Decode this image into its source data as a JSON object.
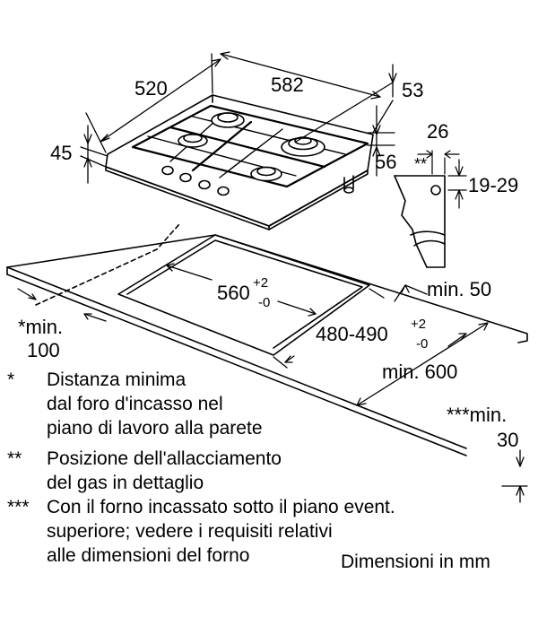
{
  "dimensions": {
    "width": "520",
    "depth": "582",
    "height": "45",
    "front_offset": "53",
    "side_gap": "56",
    "gas_offset": "26",
    "gas_height": "19-29",
    "gas_marker": "**",
    "cutout_width_main": "560",
    "cutout_width_tol_plus": "+2",
    "cutout_width_tol_minus": "-0",
    "cutout_depth_main": "480-490",
    "cutout_depth_tol_plus": "+2",
    "cutout_depth_tol_minus": "-0",
    "min_50": "min. 50",
    "min_100_line1": "*min.",
    "min_100_line2": "100",
    "min_600": "min. 600",
    "min_30_line1": "***min.",
    "min_30_line2": "30"
  },
  "notes": [
    {
      "marker": "*",
      "lines": [
        "Distanza minima",
        "dal foro d'incasso nel",
        "piano di lavoro alla parete"
      ]
    },
    {
      "marker": "**",
      "lines": [
        "Posizione dell'allacciamento",
        "del gas in dettaglio"
      ]
    },
    {
      "marker": "***",
      "lines": [
        "Con il forno incassato sotto il piano event.",
        "superiore; vedere i requisiti relativi",
        "alle dimensioni del forno"
      ]
    }
  ],
  "units_label": "Dimensioni in mm"
}
